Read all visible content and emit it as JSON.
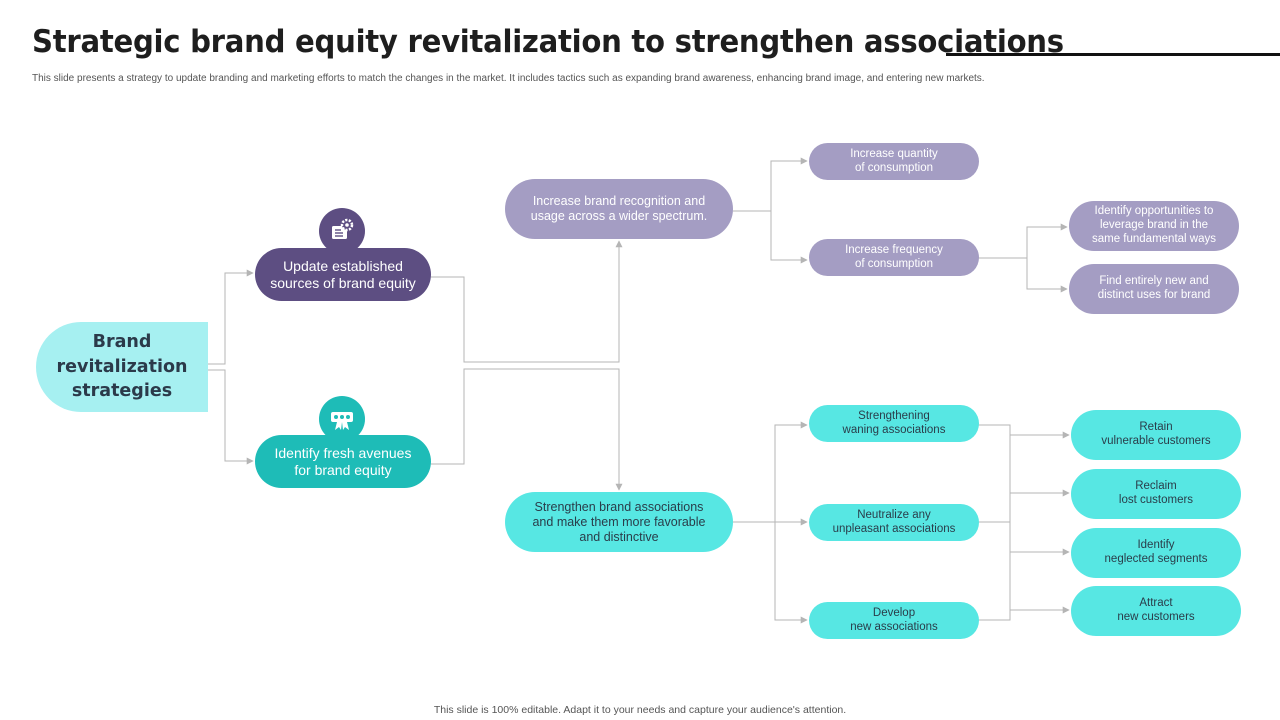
{
  "header": {
    "title": "Strategic brand equity revitalization to strengthen associations",
    "subtitle": "This slide presents a strategy to update branding and marketing efforts to match the changes in the market. It includes tactics such as expanding brand awareness, enhancing brand image, and entering new markets."
  },
  "root": {
    "label": "Brand\nrevitalization\nstrategies"
  },
  "level1": {
    "update": {
      "label": "Update established\nsources of brand equity",
      "icon": "gear-document-icon"
    },
    "identify": {
      "label": "Identify fresh avenues\nfor brand equity",
      "icon": "award-ribbon-icon"
    }
  },
  "level2": {
    "recognition": {
      "label": "Increase brand recognition and\nusage across a wider spectrum."
    },
    "associations": {
      "label": "Strengthen brand associations\nand make them more favorable\nand distinctive"
    }
  },
  "level3": {
    "quantity": {
      "label": "Increase quantity\nof consumption"
    },
    "frequency": {
      "label": "Increase frequency\nof consumption"
    },
    "strengthening": {
      "label": "Strengthening\nwaning associations"
    },
    "neutralize": {
      "label": "Neutralize any\nunpleasant associations"
    },
    "develop": {
      "label": "Develop\nnew associations"
    }
  },
  "level4": {
    "opportunities": {
      "label": "Identify opportunities to\nleverage brand in the\nsame fundamental ways"
    },
    "new_uses": {
      "label": "Find entirely new and\ndistinct uses for brand"
    },
    "retain": {
      "label": "Retain\nvulnerable customers"
    },
    "reclaim": {
      "label": "Reclaim\nlost customers"
    },
    "neglected": {
      "label": "Identify\nneglected segments"
    },
    "attract": {
      "label": "Attract\nnew customers"
    }
  },
  "footer": {
    "text": "This slide is 100% editable. Adapt it to your needs and capture your audience's attention."
  },
  "colors": {
    "dark_purple": "#5d4e82",
    "light_purple": "#a49dc3",
    "teal": "#1ebcb7",
    "cyan": "#57e7e3",
    "root_cyan": "#a6f0f1",
    "connector": "#b5b5b5"
  }
}
